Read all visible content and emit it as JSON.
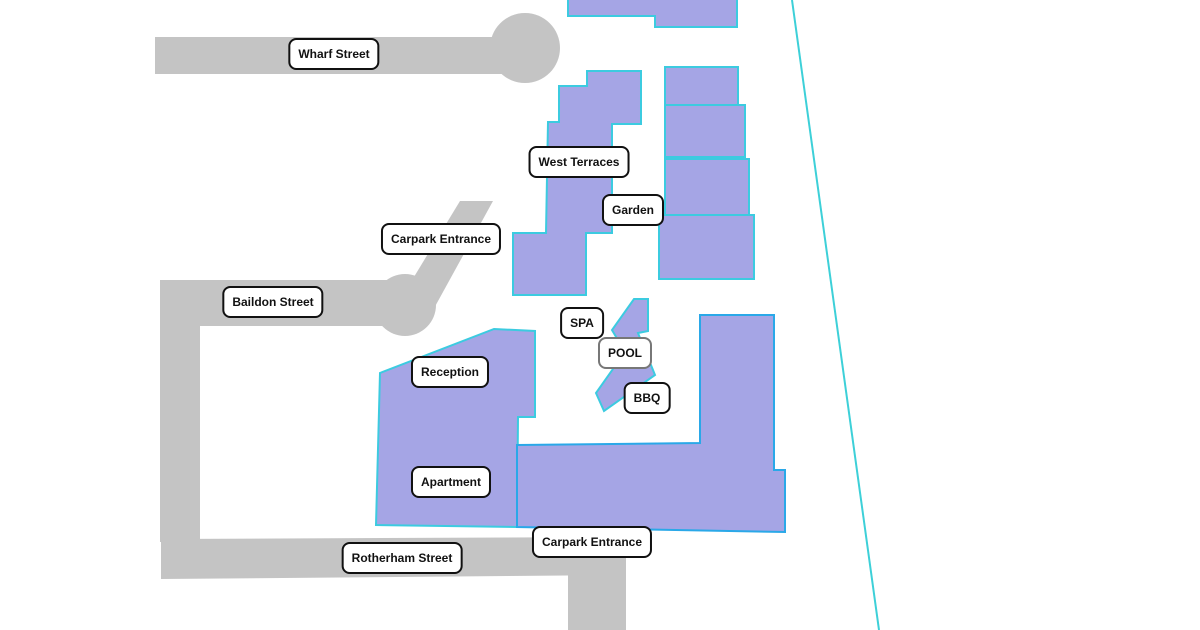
{
  "map": {
    "streets": [
      {
        "id": "wharf",
        "label": "Wharf Street"
      },
      {
        "id": "baildon",
        "label": "Baildon Street"
      },
      {
        "id": "rotherham",
        "label": "Rotherham Street"
      }
    ],
    "places": [
      {
        "id": "west-terraces",
        "label": "West Terraces"
      },
      {
        "id": "garden",
        "label": "Garden"
      },
      {
        "id": "carpark-entrance-north",
        "label": "Carpark Entrance"
      },
      {
        "id": "spa",
        "label": "SPA"
      },
      {
        "id": "pool",
        "label": "POOL"
      },
      {
        "id": "bbq",
        "label": "BBQ"
      },
      {
        "id": "reception",
        "label": "Reception"
      },
      {
        "id": "apartment",
        "label": "Apartment"
      },
      {
        "id": "carpark-entrance-south",
        "label": "Carpark Entrance"
      }
    ],
    "colors": {
      "building": "#a5a5e5",
      "building_outline": "#3ccbe0",
      "road": "#c4c4c4",
      "boundary": "#3dd0d8"
    }
  }
}
